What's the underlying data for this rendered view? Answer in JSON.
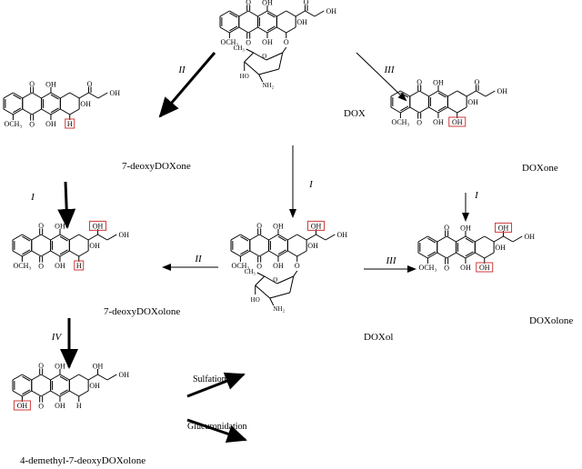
{
  "compounds": {
    "dox": "DOX",
    "deoxydoxone": "7-deoxyDOXone",
    "doxone": "DOXone",
    "deoxydoxolone": "7-deoxyDOXolone",
    "doxol": "DOXol",
    "doxolone": "DOXolone",
    "demethyl": "4-demethyl-7-deoxyDOXolone"
  },
  "pathways": {
    "dox_to_deoxydoxone": "II",
    "dox_to_doxone": "III",
    "dox_to_doxol": "I",
    "deoxydoxone_to_deoxydoxolone": "I",
    "doxone_to_doxolone": "I",
    "doxol_to_deoxydoxolone": "II",
    "doxol_to_doxolone": "III",
    "deoxydoxolone_to_demethyl": "IV"
  },
  "reactions": {
    "sulfation": "Sulfation",
    "glucuronidation": "Glucuronidation"
  },
  "atoms": {
    "o": "O",
    "oh": "OH",
    "h": "H",
    "och3": "OCH₃",
    "ch3": "CH₃",
    "nh2": "NH₂",
    "ho": "HO"
  },
  "colors": {
    "ink": "#000000",
    "highlight": "#d03a3a"
  }
}
